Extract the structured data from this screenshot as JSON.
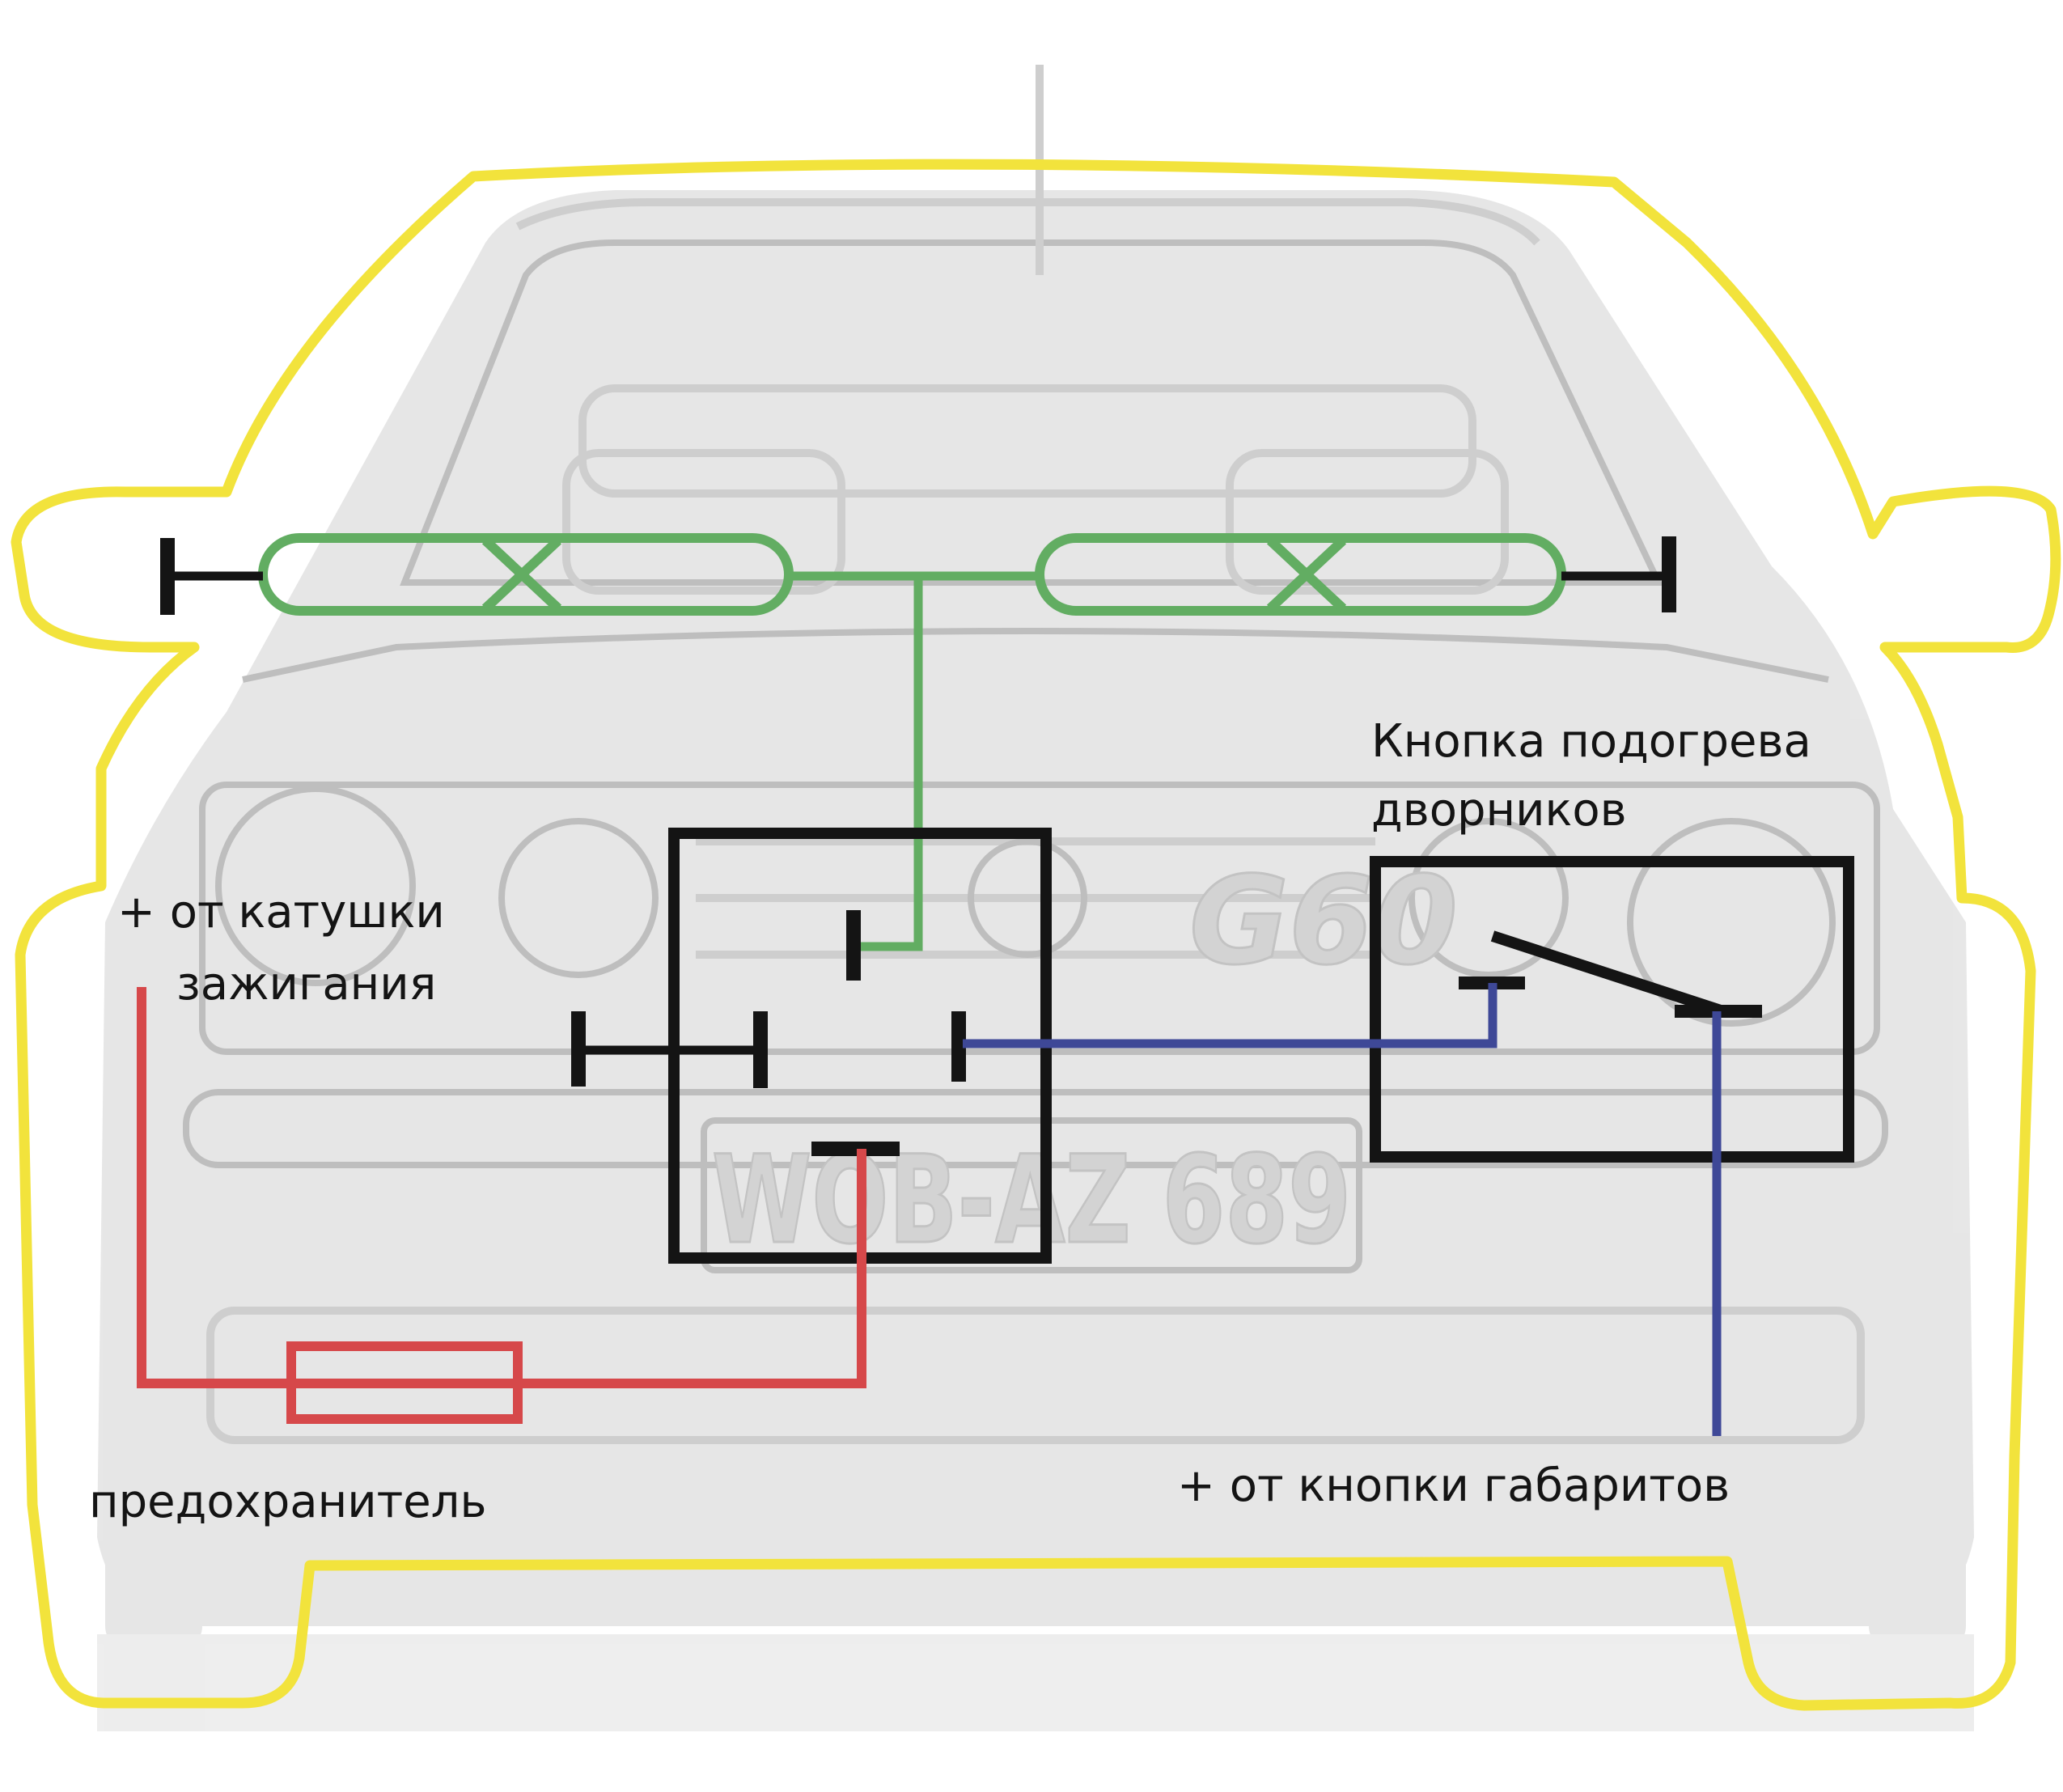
{
  "labels": {
    "coil": [
      "+ от катушки",
      "зажигания"
    ],
    "button": [
      "Кнопка подогрева",
      "дворников"
    ],
    "fuse": "предохранитель",
    "parking": "+ от кнопки габаритов"
  },
  "background": {
    "plate": "WOB-AZ 689",
    "badge": "G60"
  },
  "colors": {
    "outline": "#f2e33c",
    "heater_wire": "#62ad62",
    "coil_wire": "#d6484a",
    "signal_wire": "#3e4897",
    "ground": "#141414",
    "relay": "#141414",
    "photo": "#e6e6e6"
  }
}
